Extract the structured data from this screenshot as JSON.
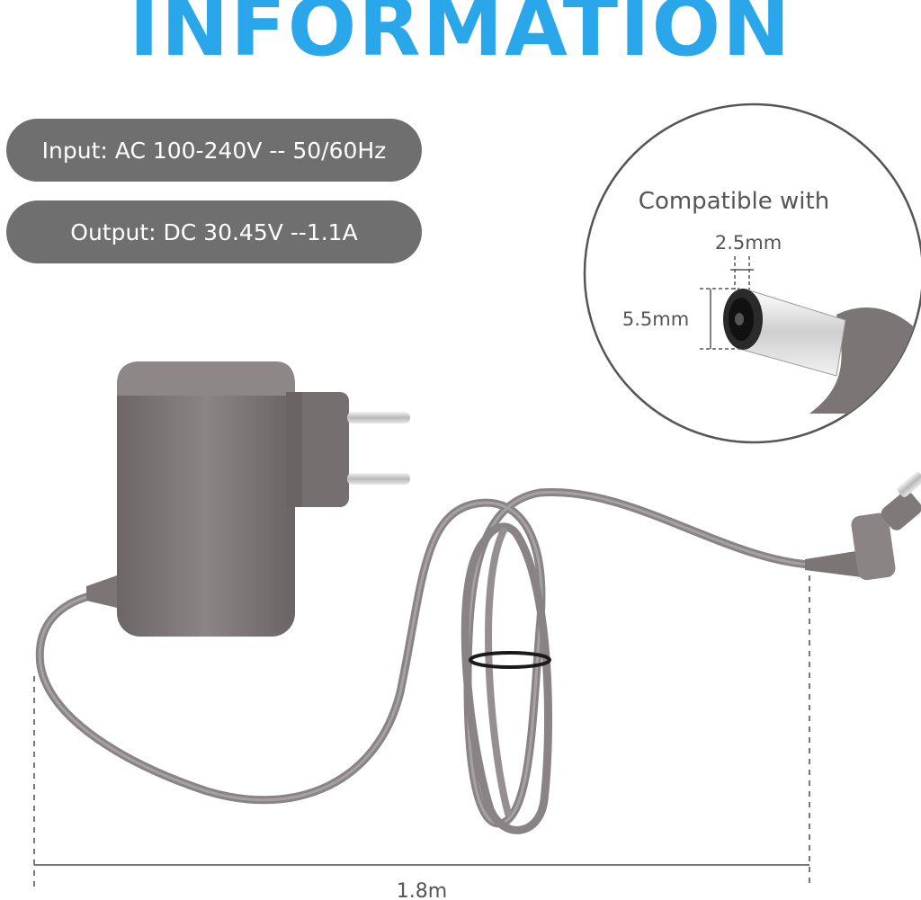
{
  "header": {
    "title": "INFORMATION"
  },
  "specs": {
    "input": "Input: AC 100-240V -- 50/60Hz",
    "output": "Output: DC 30.45V --1.1A"
  },
  "connector": {
    "caption": "Compatible with",
    "inner_diameter": "2.5mm",
    "outer_diameter": "5.5mm"
  },
  "cable": {
    "length": "1.8m"
  },
  "colors": {
    "title": "#2aa7ea",
    "pill": "#6f6f6f",
    "adapter_body": "#7b7576",
    "cable": "#8a8385"
  }
}
